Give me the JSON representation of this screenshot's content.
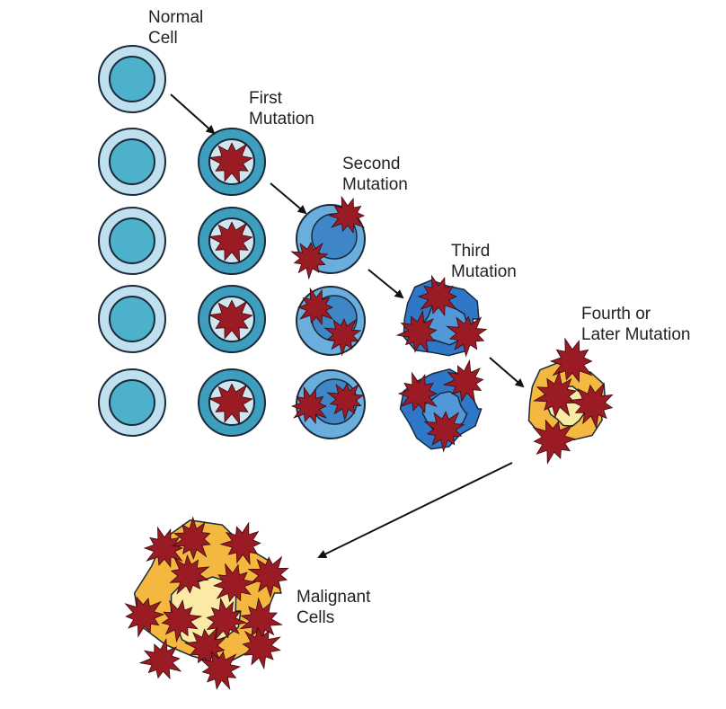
{
  "labels": {
    "normal": [
      "Normal",
      "Cell"
    ],
    "first": [
      "First",
      "Mutation"
    ],
    "second": [
      "Second",
      "Mutation"
    ],
    "third": [
      "Third",
      "Mutation"
    ],
    "fourth": [
      "Fourth or",
      "Later Mutation"
    ],
    "malignant": [
      "Malignant",
      "Cells"
    ]
  },
  "colors": {
    "normal_outer": "#bfe0ee",
    "normal_inner": "#4db1cb",
    "first_outer": "#3d9fbd",
    "first_inner": "#cfe6f0",
    "second_outer": "#6aaede",
    "second_inner": "#3f86c6",
    "third": "#2f78c8",
    "third_light": "#5298d8",
    "yellow": "#f4b840",
    "pale_yellow": "#fbeaa6",
    "star": "#9b1b24",
    "outline": "#1a2a3a"
  }
}
